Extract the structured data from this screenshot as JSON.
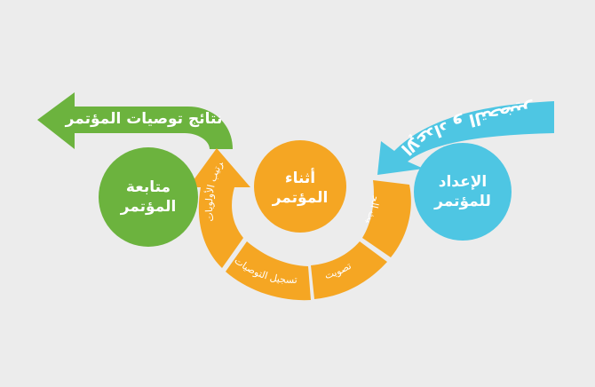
{
  "stages": {
    "prep": {
      "line1": "الإعداد",
      "line2": "للمؤتمر",
      "arrow_label": "الإعداد و التحضير",
      "color": "#4ec6e3"
    },
    "during": {
      "line1": "أثناء",
      "line2": "المؤتمر",
      "color": "#f5a623",
      "segments": [
        "البث الحي",
        "تصويت",
        "تسجيل التوصيات",
        "ترتيب الأولويات"
      ]
    },
    "followup": {
      "line1": "متابعة",
      "line2": "المؤتمر",
      "arrow_label": "نتائج توصيات المؤتمر",
      "color": "#6cb33e"
    }
  }
}
